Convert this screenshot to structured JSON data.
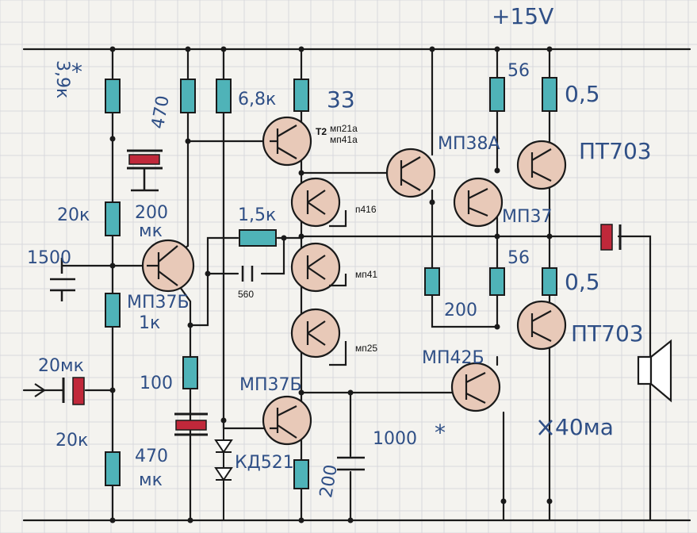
{
  "supply": "+15V",
  "note_current": "40ма",
  "star_top": "*",
  "star_bottom": "*",
  "labels": {
    "r_in_top": "3,9к",
    "r_470": "470",
    "r_6_8k": "6,8к",
    "r_33": "33",
    "r_56_top": "56",
    "r_0_5_top": "0,5",
    "r_20k_mid": "20к",
    "c_200mk": "200",
    "c_200mk_unit": "мк",
    "r_1_5k": "1,5к",
    "c_1500": "1500",
    "r_1k": "1к",
    "c_20mk": "20мк",
    "r_100": "100",
    "r_20k_bot": "20к",
    "c_470mk": "470",
    "c_470mk_unit": "мк",
    "c_1000": "1000",
    "r_200_mid": "200",
    "r_200_bot": "200",
    "r_56_bot": "56",
    "r_0_5_bot": "0,5",
    "c_560": "560",
    "d_kd521": "КД521"
  },
  "transistors": {
    "q_in": "МП37Б",
    "q_t2_tag": "T2",
    "q_t2_a": "мп21а",
    "q_t2_b": "мп41а",
    "q_d1": "п416",
    "q_d2": "мп41",
    "q_d3": "мп25",
    "q_cs": "МП37Б",
    "q_drv_top": "МП38А",
    "q_drv_mid": "МП37",
    "q_out_top": "ПТ703",
    "q_drv_bot": "МП42Б",
    "q_out_bot": "ПТ703"
  },
  "colors": {
    "ink": "#1a1a1a",
    "hand": "#2f4f86",
    "resistor": "#4fb3b8",
    "transistor": "#e8c9b8",
    "cap": "#c0283a",
    "grid": "#d8d8dc"
  }
}
